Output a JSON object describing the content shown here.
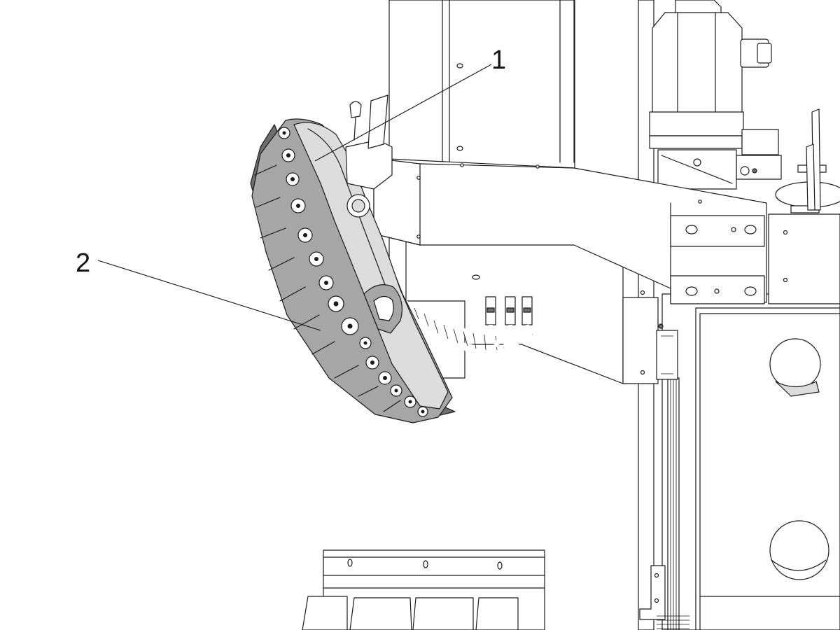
{
  "callouts": [
    {
      "id": "1",
      "label": "1"
    },
    {
      "id": "2",
      "label": "2"
    }
  ],
  "colors": {
    "line": "#1a1a1a",
    "tool_changer_body": "#a6a6a6",
    "shading_dark": "#6e6e6e",
    "background": "#ffffff"
  }
}
